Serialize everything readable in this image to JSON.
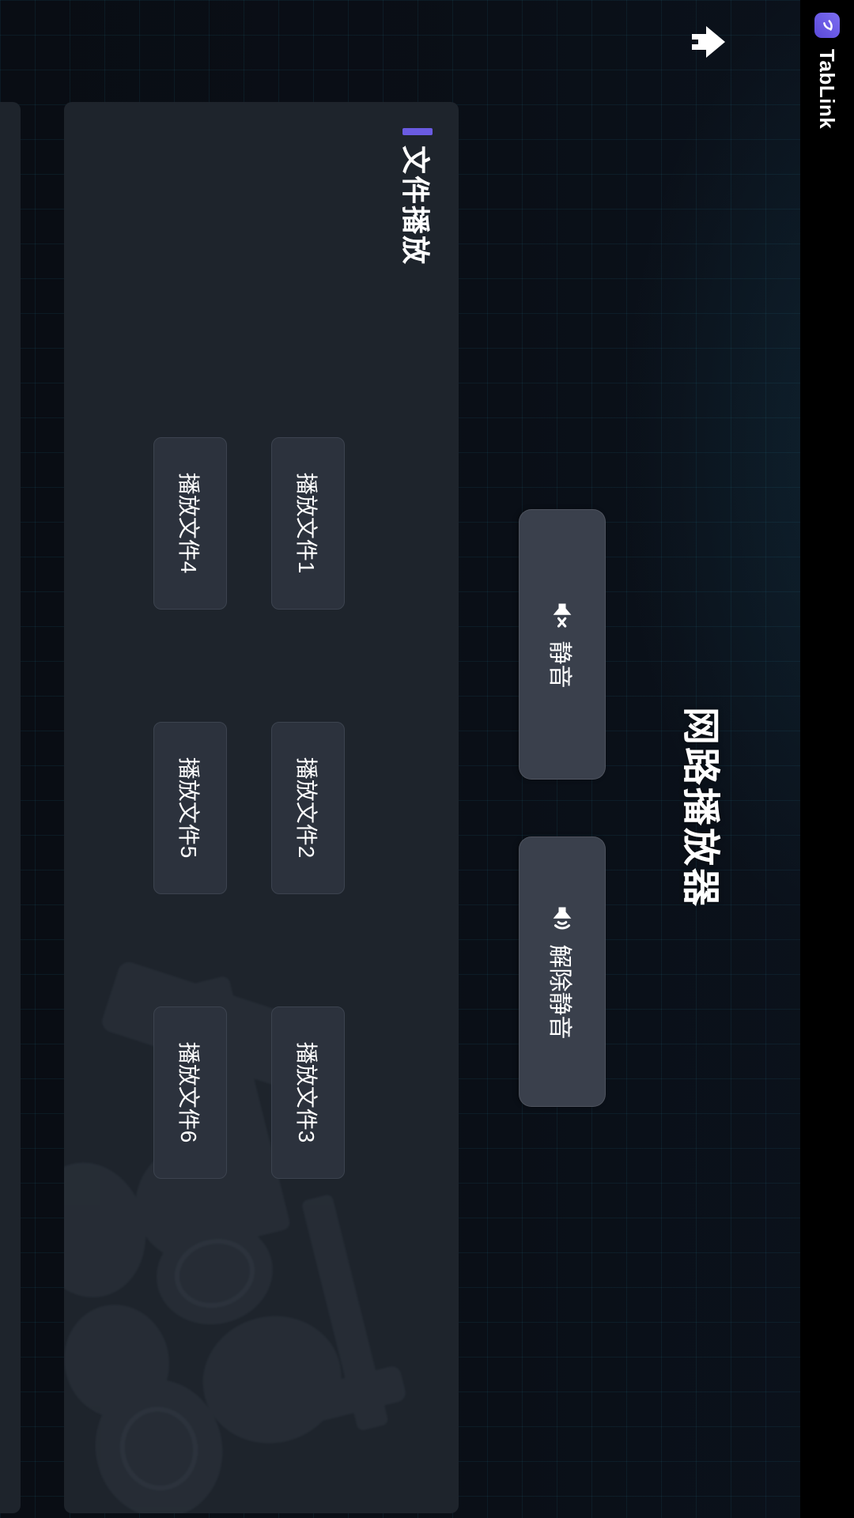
{
  "header": {
    "app_name": "TabLink"
  },
  "page": {
    "title": "网路播放器"
  },
  "audio_controls": {
    "mute_label": "静音",
    "unmute_label": "解除静音"
  },
  "file_playback": {
    "title": "文件播放",
    "buttons": [
      "播放文件1",
      "播放文件2",
      "播放文件3",
      "播放文件4",
      "播放文件5",
      "播放文件6"
    ]
  },
  "colors": {
    "accent_purple": "#6a5be2",
    "header_bg": "#000000",
    "page_bg": "#0a0f17",
    "grid_line_teal": "#2daac8",
    "panel_bg": "#1e242c",
    "tile_bg": "#2c323d",
    "control_bg": "#3a404c",
    "text": "#ffffff"
  },
  "icons": [
    "tablink-logo-icon",
    "forward-arrow-icon",
    "speaker-mute-icon",
    "speaker-unmute-icon"
  ]
}
